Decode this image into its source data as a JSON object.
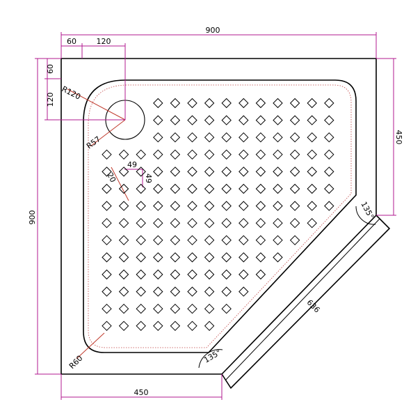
{
  "colors": {
    "dimension_line": "#b0188f",
    "radius_line": "#c0392b",
    "outline": "#000000",
    "background": "#ffffff"
  },
  "dimensions": {
    "top_total": "900",
    "top_offset_a": "60",
    "top_offset_b": "120",
    "left_total": "900",
    "left_offset_a": "60",
    "left_offset_b": "120",
    "right_side": "450",
    "bottom_side": "450",
    "diagonal": "636",
    "radius_drain": "R120",
    "radius_corner": "R57",
    "radius_bottom": "R60",
    "angle_top": "135°",
    "angle_bottom": "135°",
    "pattern_pitch_h": "49",
    "pattern_pitch_v": "49",
    "pattern_offset": "20"
  },
  "drain": {
    "icon": "circle-drain-icon"
  },
  "anti_slip_pattern": {
    "icon": "diamond-stud-icon"
  }
}
